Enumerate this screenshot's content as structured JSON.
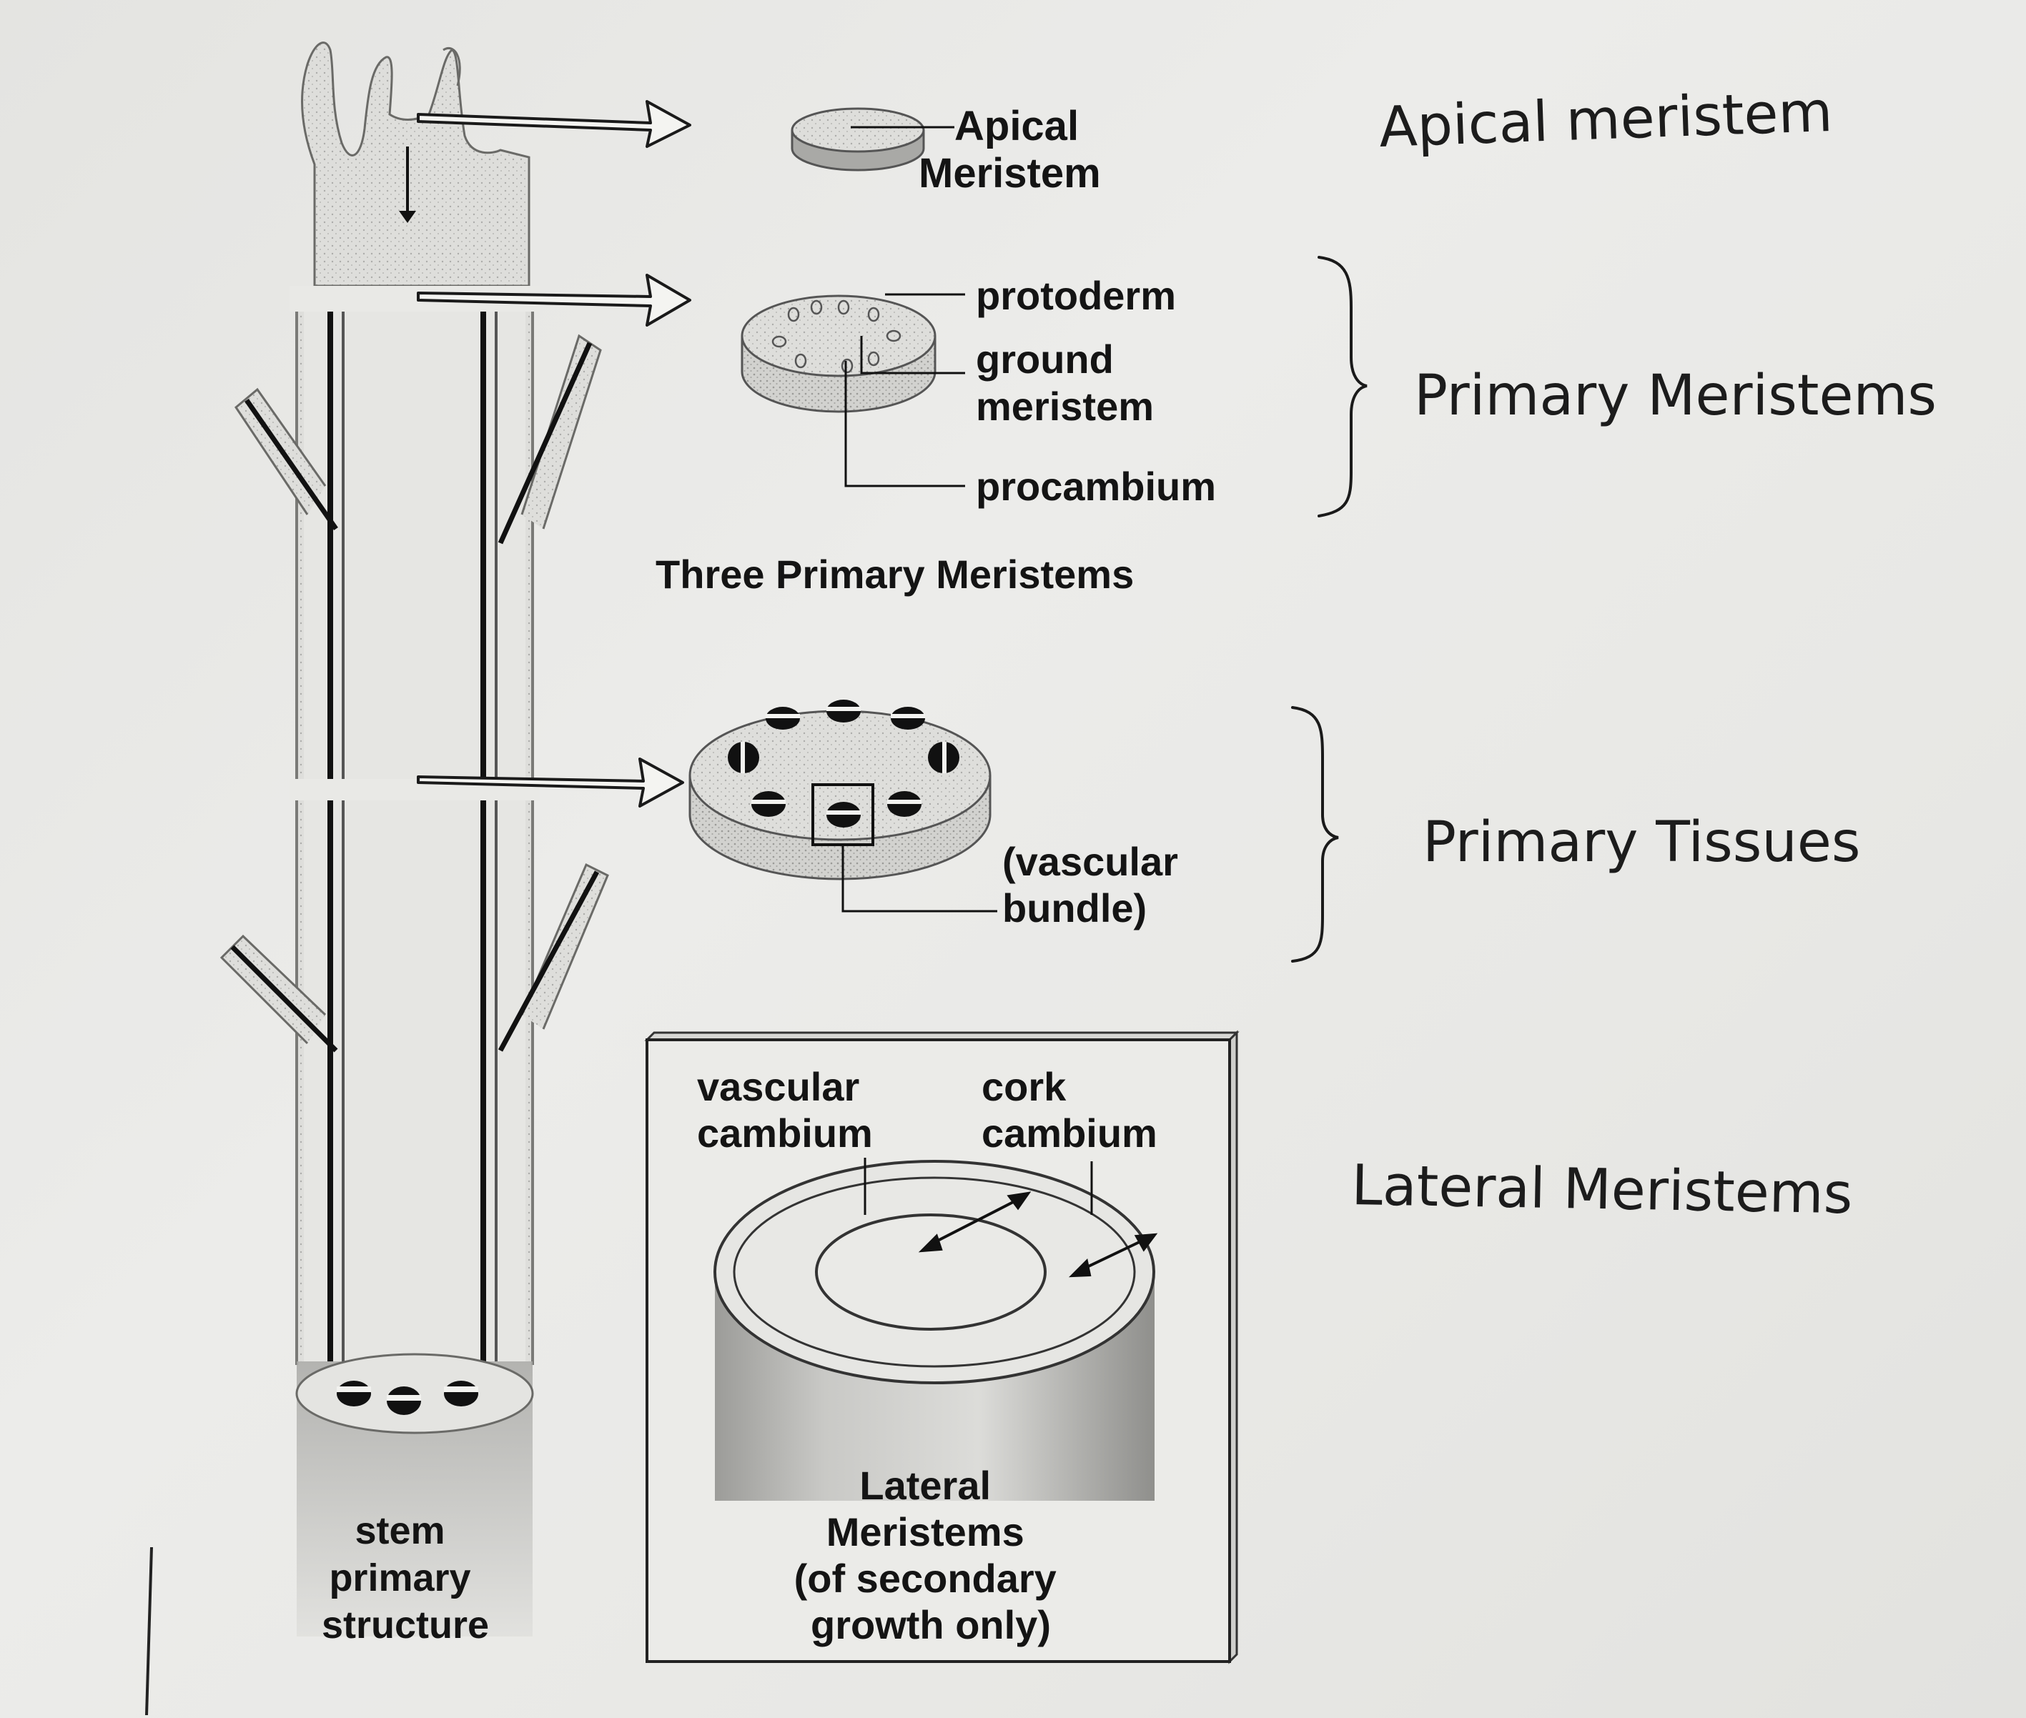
{
  "apical_label": [
    "Apical",
    "Meristem"
  ],
  "primary_meristem_labels": {
    "protoderm": "protoderm",
    "ground_meristem": [
      "ground",
      "meristem"
    ],
    "procambium": "procambium"
  },
  "three_primary_caption": "Three Primary Meristems",
  "vascular_bundle_label": [
    "(vascular",
    "bundle)"
  ],
  "vascular_cambium_label": [
    "vascular",
    "cambium"
  ],
  "cork_cambium_label": [
    "cork",
    "cambium"
  ],
  "lateral_caption": [
    "Lateral",
    "Meristems",
    "(of secondary",
    "growth only)"
  ],
  "stem_caption": [
    "stem",
    "primary",
    "structure"
  ],
  "side_titles": {
    "apical": "Apical meristem",
    "primary_meristems": "Primary Meristems",
    "primary_tissues": "Primary Tissues",
    "lateral": "Lateral Meristems"
  }
}
